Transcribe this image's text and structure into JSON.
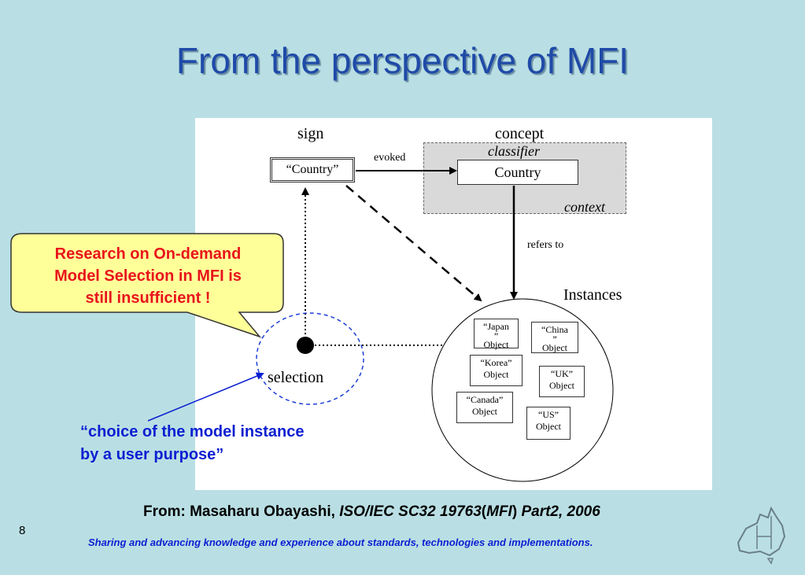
{
  "slide": {
    "title": "From the perspective of MFI",
    "page_number": "8"
  },
  "diagram": {
    "sign_label": "sign",
    "concept_label": "concept",
    "classifier_label": "classifier",
    "context_label": "context",
    "evoked_label": "evoked",
    "refers_to_label": "refers to",
    "instances_label": "Instances",
    "selection_label": "selection",
    "sign_box_text": "“Country”",
    "concept_box_text": "Country",
    "objects": [
      {
        "line1": "“Japan",
        "line2": "”",
        "line3": "Object"
      },
      {
        "line1": "“China",
        "line2": "”",
        "line3": "Object"
      },
      {
        "line1": "“Korea”",
        "line2": "Object"
      },
      {
        "line1": "“UK”",
        "line2": "Object"
      },
      {
        "line1": "“Canada”",
        "line2": "Object"
      },
      {
        "line1": "“US”",
        "line2": "Object"
      }
    ]
  },
  "callout": {
    "line1": "Research on On-demand",
    "line2": "Model Selection in MFI is",
    "line3": "still insufficient !"
  },
  "annotation": {
    "line1": "“choice of the model instance",
    "line2": "by a user purpose”"
  },
  "source": {
    "prefix": "From: Masaharu Obayashi, ",
    "citation_a": "ISO/IEC SC32 19763",
    "paren_open": "(",
    "citation_b": "MFI",
    "paren_close": ")",
    "citation_c": " Part2, 2006"
  },
  "footer": {
    "tagline": "Sharing and advancing knowledge and experience about standards, technologies and implementations."
  },
  "colors": {
    "background": "#b9dfe4",
    "title": "#1f4aa8",
    "callout_fill": "#ffff99",
    "callout_text": "#e8141c",
    "annotation_text": "#0b1fd1"
  }
}
